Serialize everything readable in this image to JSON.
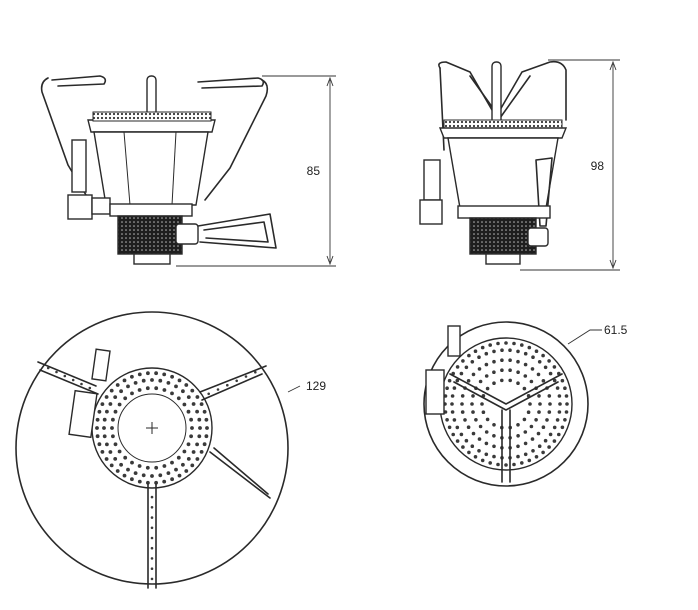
{
  "views": {
    "front": {
      "height_label": "85"
    },
    "side": {
      "height_label": "98"
    },
    "top_open": {
      "diameter_label": "129"
    },
    "top_folded": {
      "diameter_label": "61.5"
    }
  }
}
